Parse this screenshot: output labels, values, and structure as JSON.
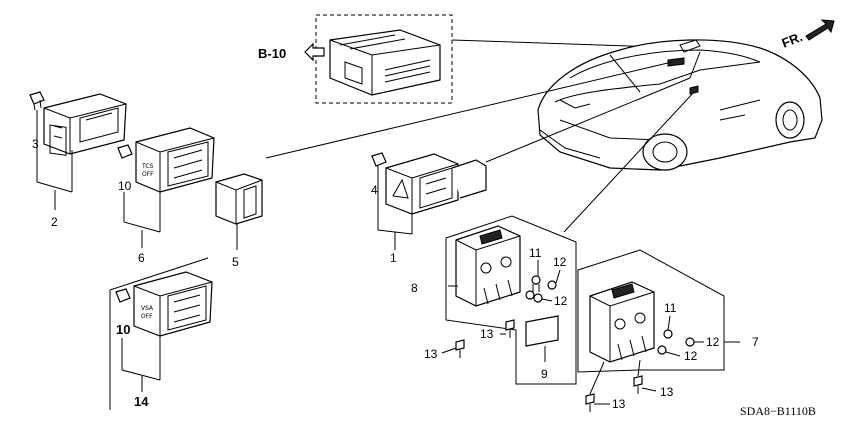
{
  "diagram": {
    "ref_label": "B-10",
    "fr_label": "FR.",
    "diagram_code": "SDA8−B1110B",
    "switch_text": {
      "tcs_line1": "TCS",
      "tcs_line2": "OFF",
      "vsa_line1": "VSA",
      "vsa_line2": "OFF"
    },
    "callouts": {
      "c1": "1",
      "c2": "2",
      "c3": "3",
      "c4": "4",
      "c5": "5",
      "c6": "6",
      "c7": "7",
      "c8": "8",
      "c9": "9",
      "c10a": "10",
      "c10b": "10",
      "c11a": "11",
      "c11b": "11",
      "c12a": "12",
      "c12b": "12",
      "c12c": "12",
      "c12d": "12",
      "c13a": "13",
      "c13b": "13",
      "c13c": "13",
      "c13d": "13",
      "c14": "14"
    }
  }
}
